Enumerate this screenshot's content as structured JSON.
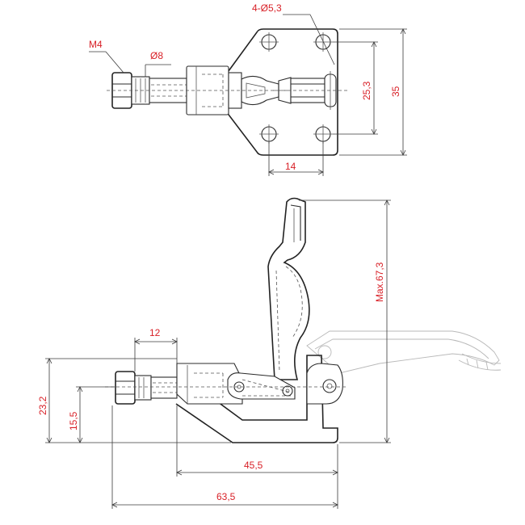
{
  "top_view": {
    "thread_label": "M4",
    "rod_diameter_label": "Ø8",
    "hole_pattern_label": "4-Ø5,3",
    "hole_spacing_vertical_label": "25,3",
    "base_height_label": "35",
    "hole_spacing_horizontal_label": "14"
  },
  "side_view": {
    "stroke_label": "12",
    "max_height_label": "Max.67,3",
    "overall_height_label": "23,2",
    "axis_height_label": "15,5",
    "base_length_label": "45,5",
    "overall_length_label": "63,5"
  },
  "colors": {
    "dimension_text": "#d81f26",
    "outline": "#2b2b2b",
    "ghost_outline": "#b9b9b9"
  }
}
